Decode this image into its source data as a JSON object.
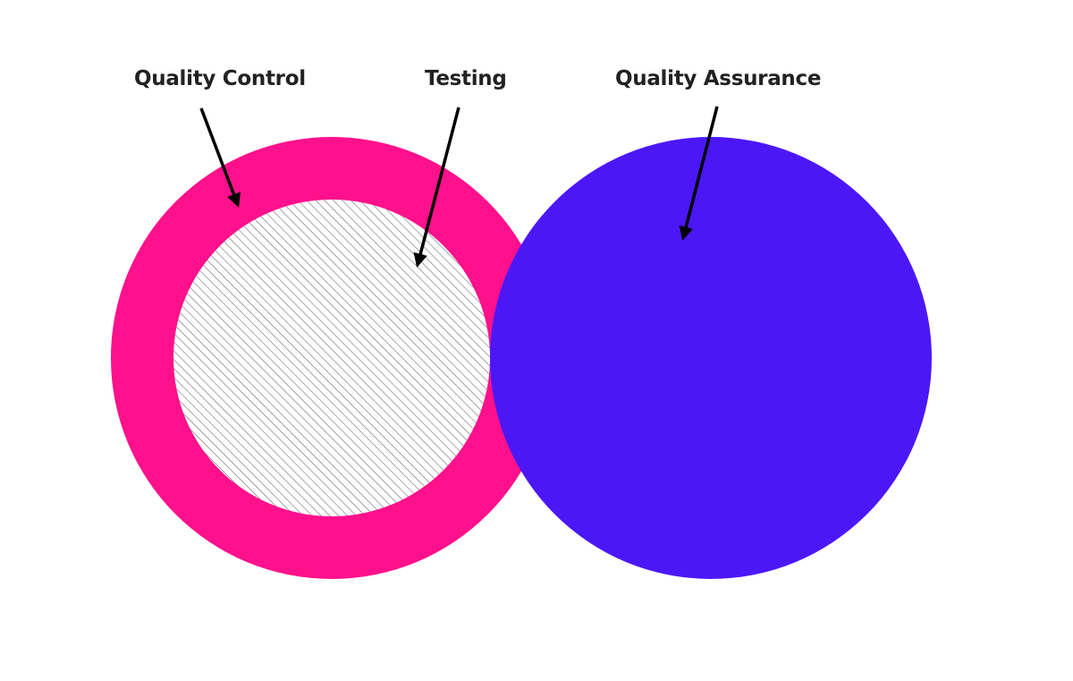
{
  "labels": {
    "quality_control": "Quality Control",
    "testing": "Testing",
    "quality_assurance": "Quality Assurance"
  },
  "colors": {
    "background": "#ffffff",
    "quality_control": "#ff108c",
    "testing_fill": "#ffffff",
    "testing_hatch": "#555555",
    "quality_assurance": "#4c17f7",
    "arrow": "#000000",
    "text": "#222222"
  }
}
